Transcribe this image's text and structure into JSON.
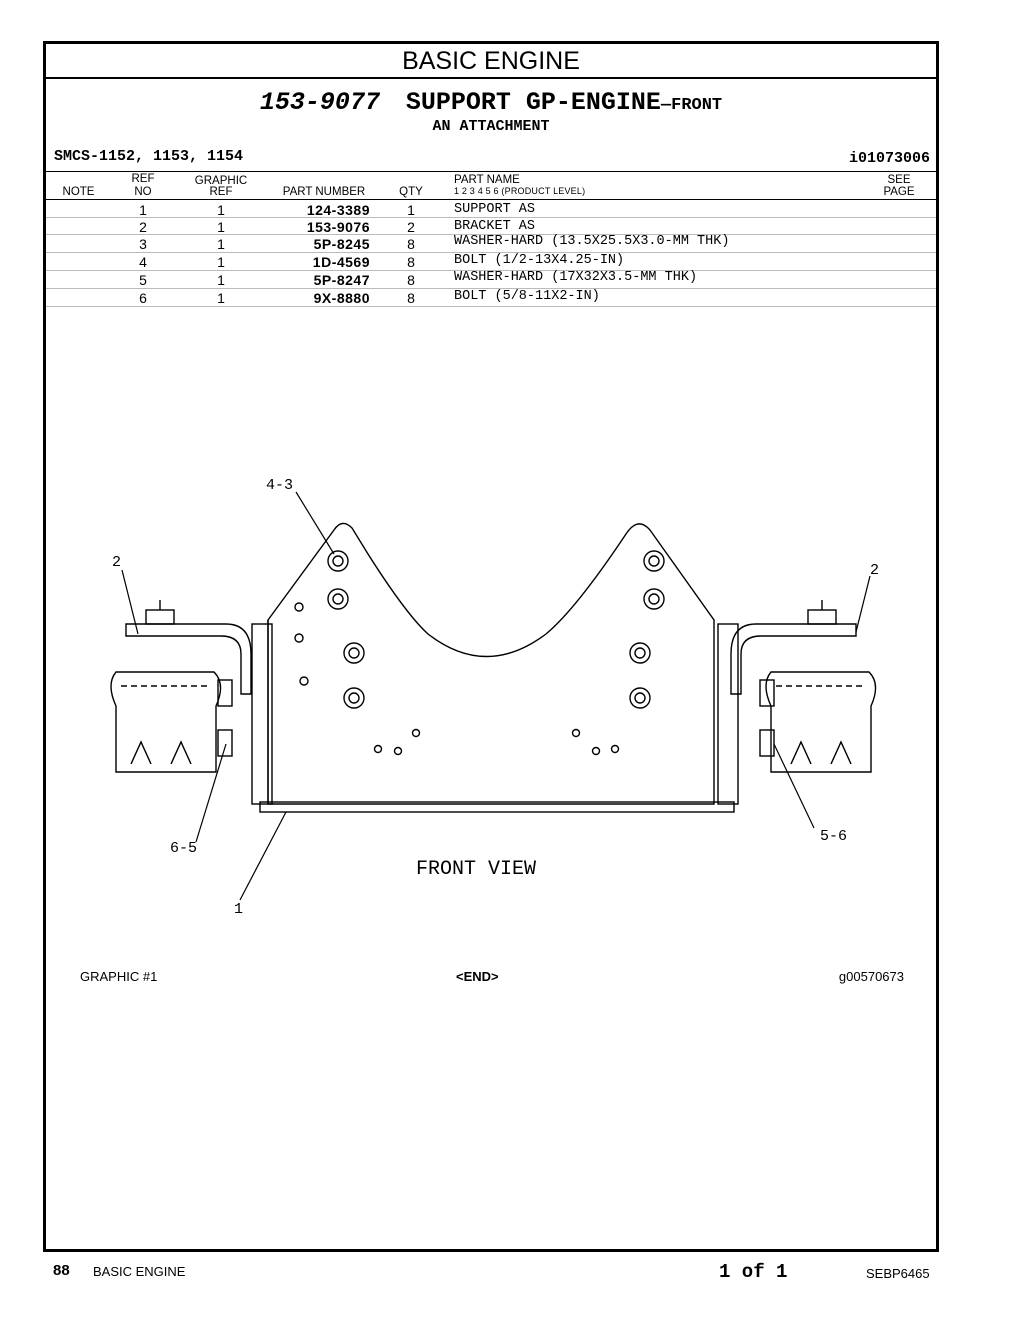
{
  "section_title": "BASIC ENGINE",
  "group": {
    "number": "153-9077",
    "name": "SUPPORT GP-ENGINE",
    "suffix": "—FRONT",
    "subtitle": "AN ATTACHMENT"
  },
  "smcs": "SMCS-1152, 1153, 1154",
  "illustration_id": "i01073006",
  "table": {
    "headers": {
      "note": "NOTE",
      "ref_top": "REF",
      "ref_bottom": "NO",
      "graphic_top": "GRAPHIC",
      "graphic_bottom": "REF",
      "part_number": "PART NUMBER",
      "qty": "QTY",
      "part_name": "PART NAME",
      "product_level": "1 2 3 4 5 6 (PRODUCT LEVEL)",
      "see_top": "SEE",
      "see_bottom": "PAGE"
    },
    "rows": [
      {
        "note": "",
        "ref": "1",
        "graphic": "1",
        "part_number": "124-3389",
        "qty": "1",
        "name": "SUPPORT AS",
        "see": ""
      },
      {
        "note": "",
        "ref": "2",
        "graphic": "1",
        "part_number": "153-9076",
        "qty": "2",
        "name": "BRACKET AS",
        "see": ""
      },
      {
        "note": "",
        "ref": "3",
        "graphic": "1",
        "part_number": "5P-8245",
        "qty": "8",
        "name": "WASHER-HARD (13.5X25.5X3.0-MM THK)",
        "see": ""
      },
      {
        "note": "",
        "ref": "4",
        "graphic": "1",
        "part_number": "1D-4569",
        "qty": "8",
        "name": "BOLT (1/2-13X4.25-IN)",
        "see": ""
      },
      {
        "note": "",
        "ref": "5",
        "graphic": "1",
        "part_number": "5P-8247",
        "qty": "8",
        "name": "WASHER-HARD (17X32X3.5-MM THK)",
        "see": ""
      },
      {
        "note": "",
        "ref": "6",
        "graphic": "1",
        "part_number": "9X-8880",
        "qty": "8",
        "name": "BOLT (5/8-11X2-IN)",
        "see": ""
      }
    ]
  },
  "drawing": {
    "callouts": {
      "c43": "4-3",
      "c2_left": "2",
      "c2_right": "2",
      "c65": "6-5",
      "c56": "5-6",
      "c1": "1"
    },
    "view_label": "FRONT VIEW"
  },
  "caption": {
    "left": "GRAPHIC #1",
    "middle": "<END>",
    "right": "g00570673"
  },
  "footer": {
    "page_number": "88",
    "section": "BASIC ENGINE",
    "page_of": "1 of 1",
    "publication": "SEBP6465"
  }
}
